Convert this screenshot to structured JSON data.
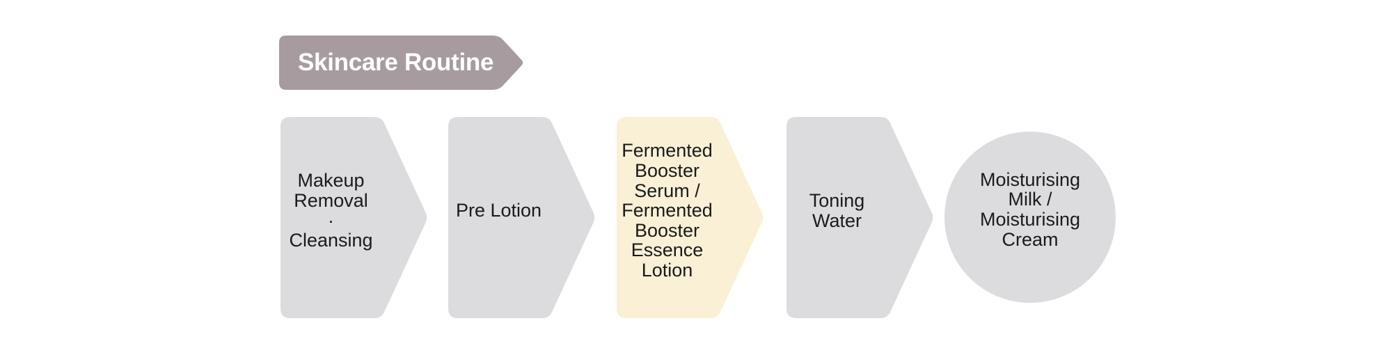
{
  "title_banner": {
    "label": "Skincare Routine",
    "fill": "#a79ba0",
    "text_color": "#ffffff"
  },
  "flow": {
    "text_color": "#1a1a1a",
    "default_fill": "#dcdcde",
    "highlight_fill": "#faf0d6",
    "nodes": [
      {
        "label": "Makeup\nRemoval\n·\nCleansing",
        "shape": "arrow",
        "fill": "#dcdcde"
      },
      {
        "label": "Pre Lotion",
        "shape": "arrow",
        "fill": "#dcdcde"
      },
      {
        "label": "Fermented\nBooster\nSerum /\nFermented\nBooster\nEssence\nLotion",
        "shape": "arrow",
        "fill": "#faf0d6"
      },
      {
        "label": "Toning\nWater",
        "shape": "arrow",
        "fill": "#dcdcde"
      },
      {
        "label": "Moisturising\nMilk /\nMoisturising\nCream",
        "shape": "circle",
        "fill": "#dcdcde"
      }
    ]
  }
}
